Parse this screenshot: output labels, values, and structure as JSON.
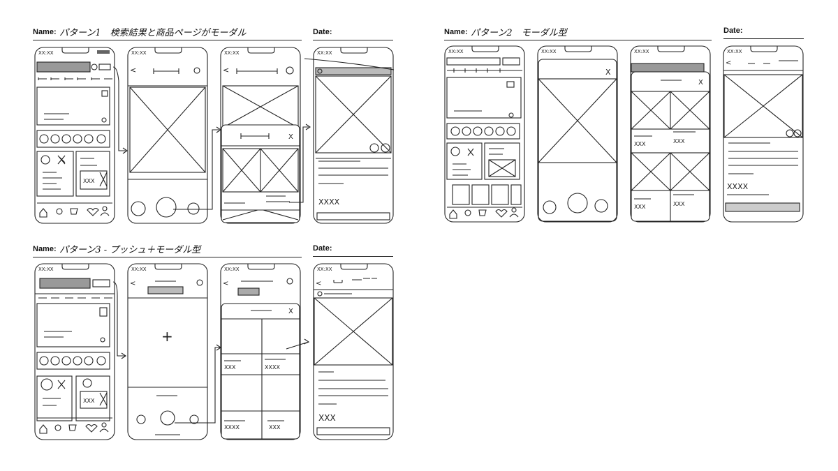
{
  "labels": {
    "name": "Name:",
    "date": "Date:"
  },
  "patterns": [
    {
      "id": "p1",
      "title": "パターン1　検索結果と商品ページがモーダル"
    },
    {
      "id": "p2",
      "title": "パターン2　モーダル型"
    },
    {
      "id": "p3",
      "title": "パターン3 - プッシュ＋モーダル型"
    }
  ],
  "wire_text": {
    "time": "XX:XX",
    "price": "XXXX",
    "price_short": "XXX",
    "close": "X",
    "back": "<",
    "plus": "+"
  }
}
